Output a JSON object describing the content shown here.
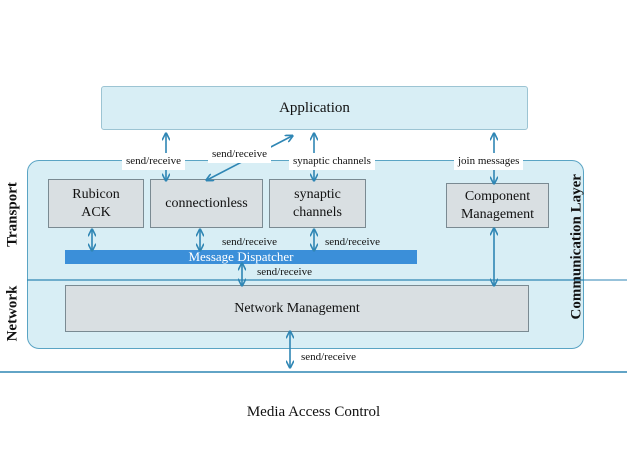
{
  "application": "Application",
  "boxes": {
    "rubicon_ack": "Rubicon\nACK",
    "connectionless": "connectionless",
    "synaptic_channels": "synaptic\nchannels",
    "component_management": "Component\nManagement",
    "network_management": "Network Management"
  },
  "message_dispatcher": "Message Dispatcher",
  "layers": {
    "transport": "Transport",
    "network": "Network",
    "communication_layer": "Communication Layer"
  },
  "labels": {
    "send_receive_top_left": "send/receive",
    "send_receive_diagonal": "send/receive",
    "synaptic_channels_top": "synaptic channels",
    "join_messages": "join messages",
    "send_receive_conless": "send/receive",
    "send_receive_synaptic": "send/receive",
    "send_receive_dispatcher": "send/receive",
    "send_receive_bottom": "send/receive"
  },
  "media_access_control": "Media Access Control",
  "colors": {
    "accent_blue": "#3b8fd9",
    "arrow": "#2f86b4",
    "layer_fill": "#d8eef5",
    "box_fill": "#d9dfe2"
  }
}
